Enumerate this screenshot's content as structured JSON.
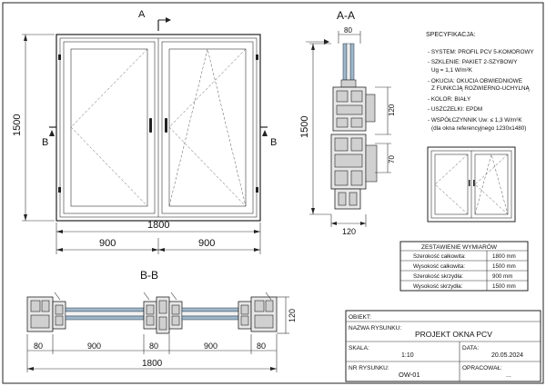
{
  "front": {
    "section_a_letter": "A",
    "section_b_letter": "B",
    "height_dim": "1500",
    "width_dim": "1800",
    "sash_left_dim": "900",
    "sash_right_dim": "900"
  },
  "section_aa": {
    "title": "A-A",
    "top_dim": "80",
    "dim_120": "120",
    "dim_70": "70",
    "bottom_dim": "120",
    "height_dim": "1500"
  },
  "section_bb": {
    "title": "B-B",
    "dim_80_left": "80",
    "dim_900_left": "900",
    "dim_80_mid": "80",
    "dim_900_right": "900",
    "dim_80_right": "80",
    "total_dim": "1800",
    "height_dim": "120"
  },
  "spec": {
    "title": "SPECYFIKACJA:",
    "items": [
      "- SYSTEM: PROFIL PCV 5-KOMOROWY",
      "- SZKLENIE: PAKIET 2-SZYBOWY",
      "  Ug = 1,1 W/m²K",
      "- OKUCIA: OKUCIA OBWIEDNIOWE",
      "  Z FUNKCJĄ ROZWIERNO-UCHYLNĄ",
      "- KOLOR: BIAŁY",
      "- USZCZELKI: EPDM",
      "- WSPÓŁCZYNNIK Uw: ≤ 1,3 W/m²K",
      "  (dla okna referencyjnego 1230x1480)"
    ]
  },
  "dimensions_table": {
    "title": "ZESTAWIENIE WYMIARÓW",
    "rows": [
      {
        "label": "Szerokość całkowita:",
        "value": "1800 mm"
      },
      {
        "label": "Wysokość całkowita:",
        "value": "1500 mm"
      },
      {
        "label": "Szerokość skrzydła:",
        "value": "900 mm"
      },
      {
        "label": "Wysokość skrzydła:",
        "value": "1500 mm"
      }
    ]
  },
  "title_block": {
    "obiekt_label": "OBIEKT:",
    "obiekt_value": "",
    "nazwa_label": "NAZWA RYSUNKU:",
    "nazwa_value": "PROJEKT OKNA PCV",
    "skala_label": "SKALA:",
    "skala_value": "1:10",
    "data_label": "DATA:",
    "data_value": "20.05.2024",
    "nr_label": "NR RYSUNKU:",
    "nr_value": "OW-01",
    "opracowal_label": "OPRACOWAŁ:",
    "opracowal_value": "..."
  }
}
